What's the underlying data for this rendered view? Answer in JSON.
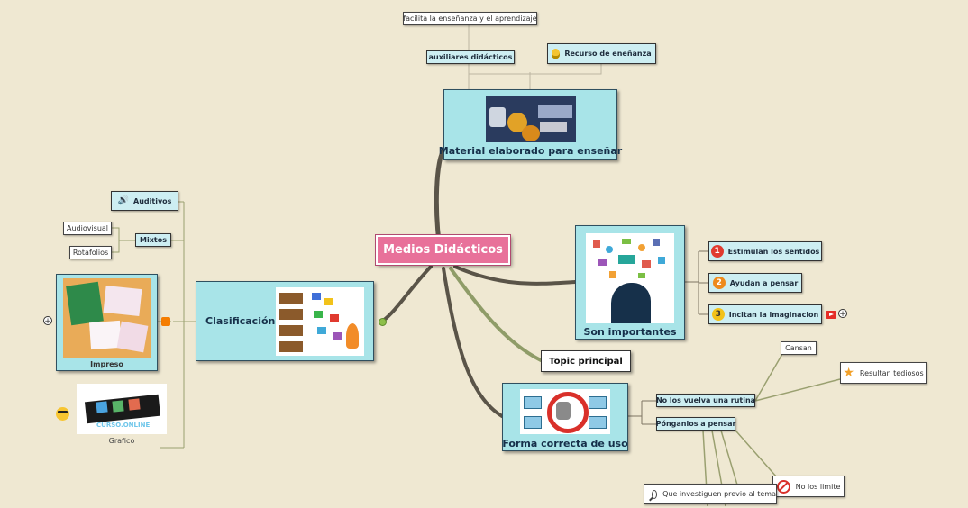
{
  "root": {
    "label": "Medios Didácticos"
  },
  "material": {
    "title": "Material elaborado para enseñar",
    "children": {
      "auxiliares": "auxiliares didácticos",
      "facilita": "facilita la enseñanza y el aprendizaje",
      "recurso": "Recurso de eneñanza"
    }
  },
  "son_importantes": {
    "title": "Son importantes",
    "items": [
      {
        "number": "1",
        "label": "Estimulan los sentidos",
        "color": "#e03a2f"
      },
      {
        "number": "2",
        "label": "Ayudan a pensar",
        "color": "#ee8a1c"
      },
      {
        "number": "3",
        "label": "Incitan la imaginacion",
        "color": "#f2c21a"
      }
    ]
  },
  "topic_principal": {
    "label": "Topic principal"
  },
  "forma_correcta": {
    "title": "Forma correcta de uso",
    "children": {
      "rutina": "No los vuelva una rutina",
      "pensar": "Pónganlos a pensar"
    },
    "rutina_children": {
      "cansan": "Cansan",
      "tediosos": "Resultan tediosos"
    },
    "pensar_children": {
      "no_limite": "No los limite",
      "investiguen": "Que investiguen previo al tema"
    }
  },
  "clasificacion": {
    "title": "Clasificación",
    "auditivos": "Auditivos",
    "mixtos": "Mixtos",
    "mixtos_children": [
      "Audiovisual",
      "Rotafolios"
    ],
    "impreso": "Impreso",
    "grafico": "Grafico",
    "grafico_banner": "CURSO.ONLINE"
  },
  "colors": {
    "root": "#e8719a",
    "node": "#a8e4e8",
    "subnode": "#cdeef2",
    "background": "#efe8d2",
    "branch": "#5a5448",
    "branch_light": "#8f9c68"
  }
}
